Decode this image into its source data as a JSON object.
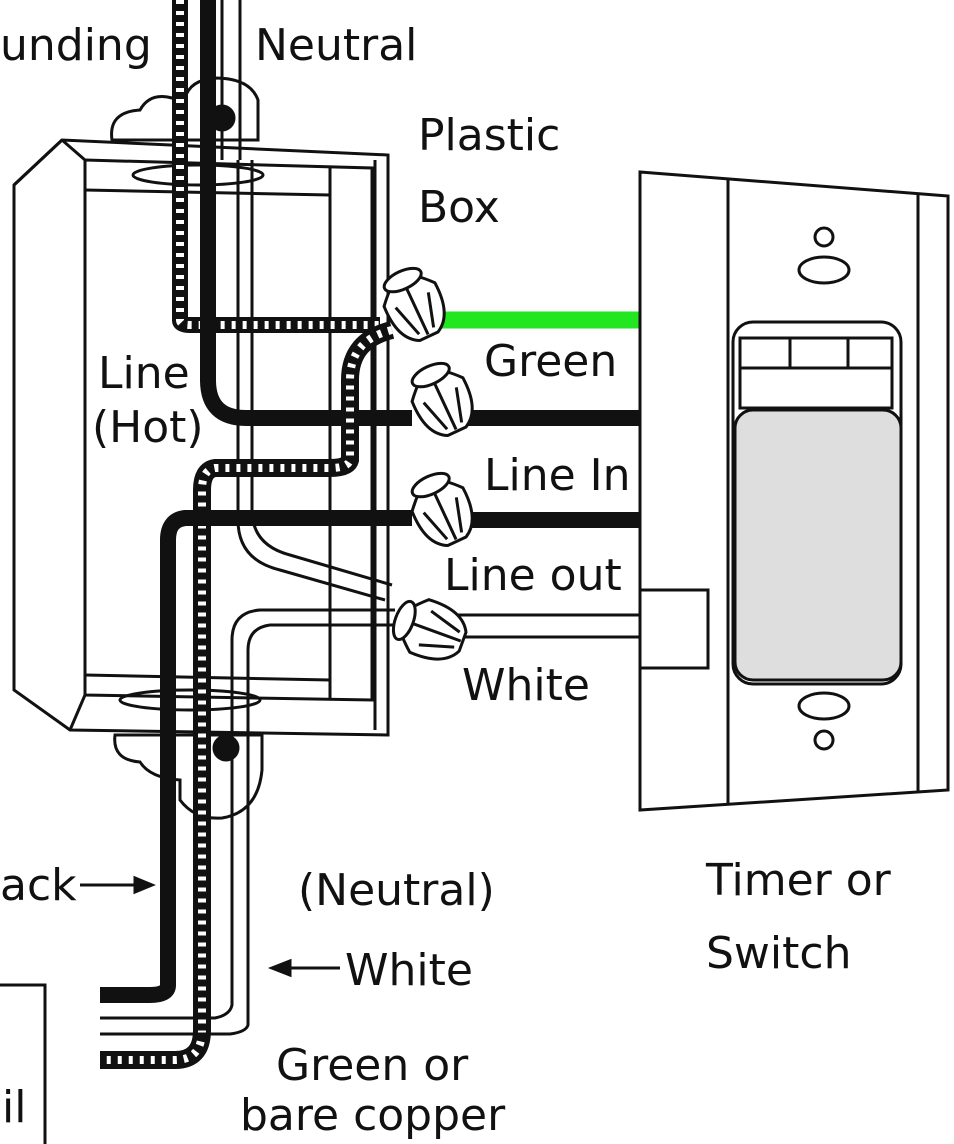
{
  "labels": {
    "grounding": "unding",
    "neutral_top": "Neutral",
    "plastic_box_line1": "Plastic",
    "plastic_box_line2": "Box",
    "line_hot_line1": "Line",
    "line_hot_line2": "(Hot)",
    "green": "Green",
    "line_in": "Line In",
    "line_out": "Line out",
    "white_right": "White",
    "black_left": "ack",
    "neutral_bottom": "(Neutral)",
    "white_bottom": "White",
    "green_copper_line1": "Green or",
    "green_copper_line2": "bare copper",
    "timer_line1": "Timer or",
    "timer_line2": "Switch",
    "cutoff_box": "il"
  },
  "colors": {
    "ground_wire_to_switch": "#22e61f",
    "switch_toggle": "#dedede",
    "ink": "#111111"
  }
}
